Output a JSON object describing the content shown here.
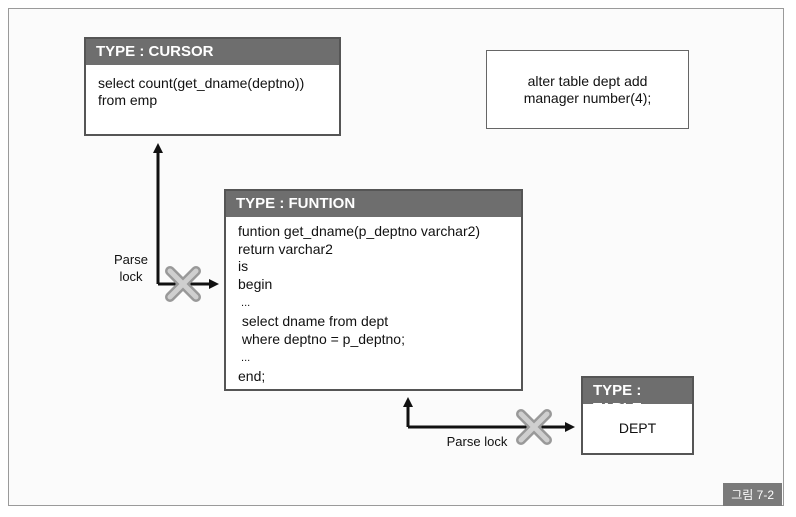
{
  "cursor_box": {
    "title": "TYPE : CURSOR",
    "lines": [
      "select count(get_dname(deptno))",
      "from emp"
    ]
  },
  "alter_box": {
    "lines": [
      "alter table dept add",
      "manager number(4);"
    ]
  },
  "function_box": {
    "title": "TYPE : FUNTION",
    "lines": [
      "funtion get_dname(p_deptno varchar2)",
      "return varchar2",
      "is",
      "begin",
      " ...",
      " select dname from dept",
      " where deptno = p_deptno;",
      " ...",
      "end;"
    ]
  },
  "table_box": {
    "title": "TYPE : TABLE",
    "body": "DEPT"
  },
  "labels": {
    "parse_lock_left": "Parse\nlock",
    "parse_lock_bottom": "Parse lock"
  },
  "figure_tag": "그림 7-2",
  "colors": {
    "header": "#6e6e6e",
    "arrow": "#111111",
    "cross": "#b0b0b0"
  }
}
